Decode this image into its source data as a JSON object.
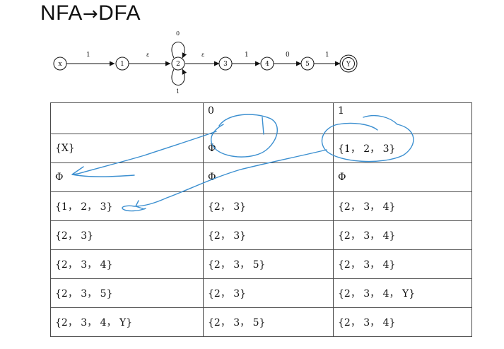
{
  "title": {
    "left": "NFA",
    "arrow": "→",
    "right": "DFA"
  },
  "nfa": {
    "states": [
      "x",
      "1",
      "2",
      "3",
      "4",
      "5",
      "Y"
    ],
    "accepting_state": "Y",
    "transitions": [
      {
        "from": "x",
        "to": "1",
        "label": "1"
      },
      {
        "from": "1",
        "to": "2",
        "label": "ε"
      },
      {
        "from": "2",
        "to": "2",
        "label": "0"
      },
      {
        "from": "2",
        "to": "2",
        "label": "1"
      },
      {
        "from": "2",
        "to": "3",
        "label": "ε"
      },
      {
        "from": "3",
        "to": "4",
        "label": "1"
      },
      {
        "from": "4",
        "to": "5",
        "label": "0"
      },
      {
        "from": "5",
        "to": "Y",
        "label": "1"
      }
    ]
  },
  "table": {
    "header": [
      "",
      "0",
      "1"
    ],
    "rows": [
      [
        "{X}",
        "Φ",
        "{1， 2， 3}"
      ],
      [
        "Φ",
        "Φ",
        "Φ"
      ],
      [
        "{1， 2， 3}",
        "{2， 3}",
        "{2， 3， 4}"
      ],
      [
        "{2， 3}",
        "{2， 3}",
        "{2， 3， 4}"
      ],
      [
        "{2， 3， 4}",
        "{2， 3， 5}",
        "{2， 3， 4}"
      ],
      [
        "{2， 3， 5}",
        "{2， 3}",
        "{2， 3， 4， Y}"
      ],
      [
        "{2， 3， 4， Y}",
        "{2， 3， 5}",
        "{2， 3， 4}"
      ]
    ]
  },
  "colors": {
    "ink": "#3b8fd0",
    "text": "#111111",
    "grid": "#4a4a4a"
  }
}
